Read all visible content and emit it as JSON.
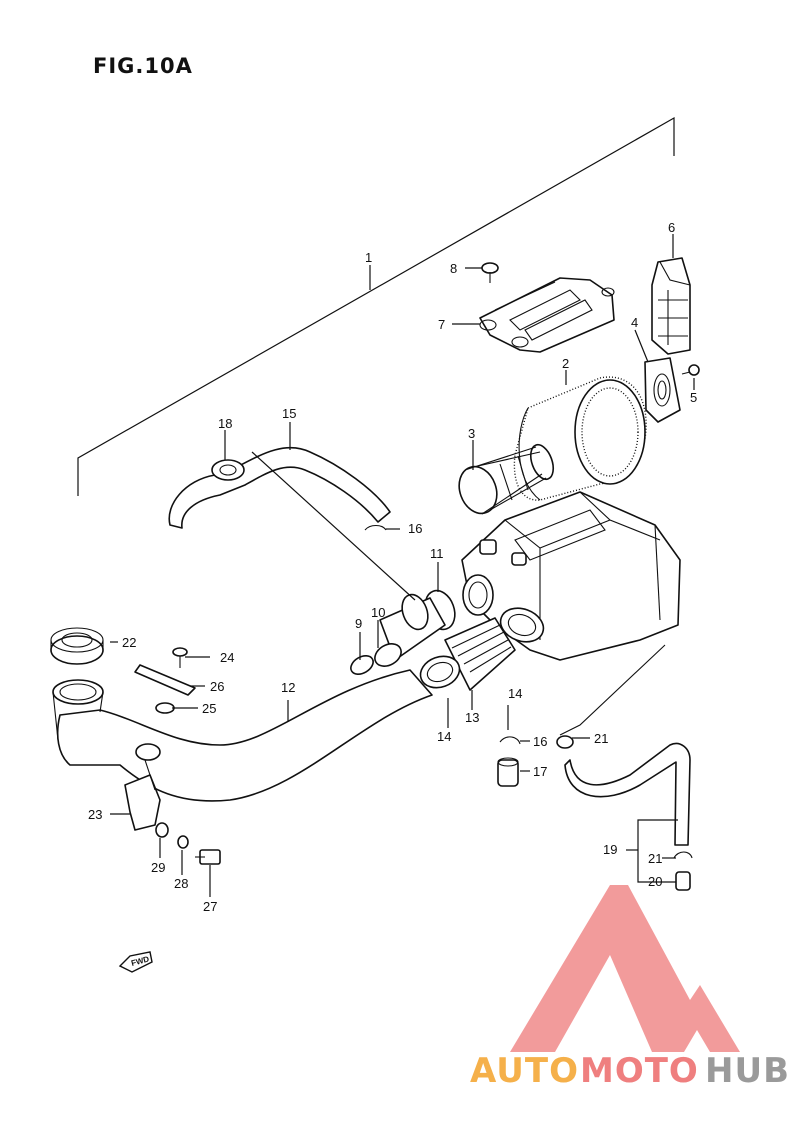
{
  "figure": {
    "title": "FIG.10A"
  },
  "callouts": [
    "1",
    "2",
    "3",
    "4",
    "5",
    "6",
    "7",
    "8",
    "9",
    "10",
    "11",
    "12",
    "13",
    "14",
    "14",
    "15",
    "16",
    "16",
    "17",
    "18",
    "19",
    "20",
    "21",
    "21",
    "22",
    "23",
    "24",
    "25",
    "26",
    "27",
    "28",
    "29"
  ],
  "watermark": {
    "auto": "AUTO",
    "moto": "MOTO",
    "hub": "HUB",
    "colors": {
      "triangle": "#f08a8a",
      "auto": "#f5b04a",
      "moto": "#ef7f7f",
      "hub": "#9a9a9a"
    }
  },
  "fwd_badge": {
    "label": "FWD"
  }
}
